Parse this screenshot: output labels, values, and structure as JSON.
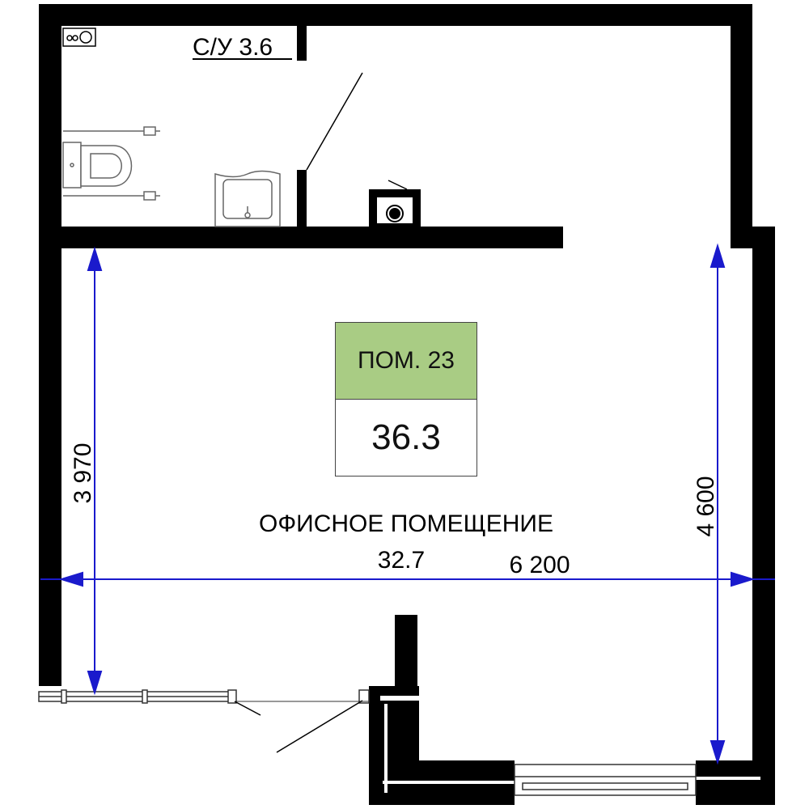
{
  "bathroom": {
    "label": "С/У 3.6"
  },
  "room_tag": {
    "name": "ПОМ. 23",
    "area": "36.3"
  },
  "office": {
    "name": "ОФИСНОЕ ПОМЕЩЕНИЕ",
    "area": "32.7"
  },
  "dimensions": {
    "width": "6 200",
    "left_height": "3 970",
    "right_height": "4 600"
  },
  "colors": {
    "wall": "#000000",
    "dimension_line": "#1a1acc",
    "room_tag_header": "#a9cc84"
  },
  "icons": [
    "stove-icon",
    "toilet-icon",
    "sink-icon",
    "ventilation-shaft-icon",
    "window-icon",
    "door-icon"
  ]
}
